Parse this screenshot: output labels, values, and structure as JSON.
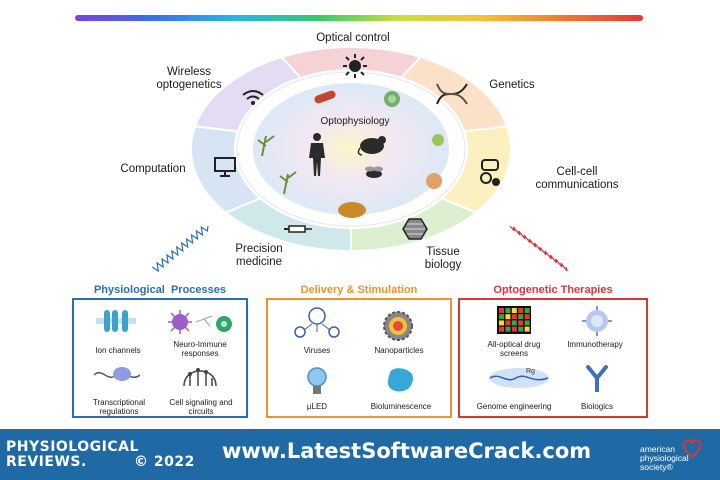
{
  "wheel": {
    "segments": [
      {
        "label": "Optical control",
        "color": "#f5d2d6"
      },
      {
        "label": "Genetics",
        "color": "#fbe1c8"
      },
      {
        "label": "Cell-cell communications",
        "color": "#fbf0c0"
      },
      {
        "label": "Tissue biology",
        "color": "#dcefd0"
      },
      {
        "label": "Precision medicine",
        "color": "#cfe9ea"
      },
      {
        "label": "Computation",
        "color": "#d6e4f3"
      },
      {
        "label": "Wireless optogenetics",
        "color": "#e3dcf2"
      }
    ],
    "center_label": "Optophysiology"
  },
  "boxes": {
    "physiological": {
      "title": "Physiological  Processes",
      "color": "#2a6fb5",
      "items": [
        "Ion channels",
        "Neuro-Immune responses",
        "Transcriptional regulations",
        "Cell signaling and circuits"
      ]
    },
    "delivery": {
      "title": "Delivery & Stimulation",
      "color": "#f0922e",
      "items": [
        "Viruses",
        "Nanoparticles",
        "µLED",
        "Bioluminescence"
      ]
    },
    "therapies": {
      "title": "Optogenetic Therapies",
      "color": "#d8373a",
      "items": [
        "All-optical drug screens",
        "Immunotherapy",
        "Genome engineering",
        "Biologics"
      ]
    }
  },
  "footer": {
    "journal_line1": "PHYSIOLOGICAL",
    "journal_line2": "REVIEWS.",
    "year": "© 2022",
    "watermark": "www.LatestSoftwareCrack.com",
    "publisher_line1": "american",
    "publisher_line2": "physiological",
    "publisher_line3": "society®",
    "background": "#1f6aa5"
  },
  "icons": [
    "sun-icon",
    "dna-icon",
    "cell-communication-icon",
    "tissue-hexagon-icon",
    "syringe-icon",
    "monitor-icon",
    "wireless-icon",
    "human-icon",
    "mouse-icon",
    "fly-icon",
    "ion-channel-icon",
    "immune-cell-icon",
    "transcription-icon",
    "circuit-icon",
    "virus-icon",
    "nanoparticle-icon",
    "bulb-icon",
    "bioluminescence-icon",
    "drug-screen-grid-icon",
    "immunotherapy-icon",
    "genome-engineering-icon",
    "antibody-icon"
  ]
}
